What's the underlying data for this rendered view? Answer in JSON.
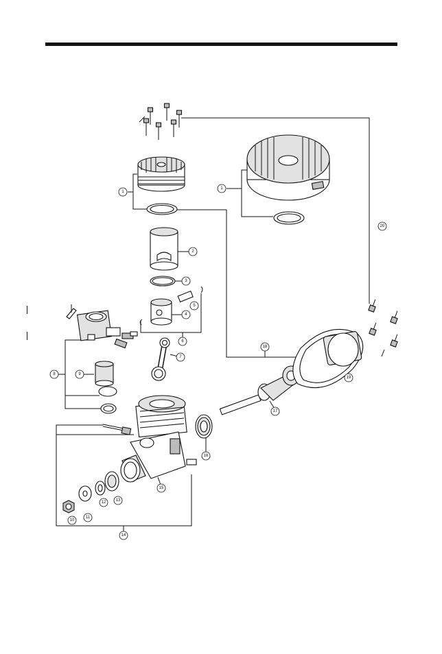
{
  "colors": {
    "ink": "#111111",
    "paper": "#ffffff",
    "shade": "#e2e2e2"
  },
  "diagram": {
    "type": "exploded-parts-view",
    "callouts": [
      "1",
      "1",
      "2",
      "3",
      "4",
      "5",
      "6",
      "7",
      "8",
      "9",
      "10",
      "11",
      "12",
      "13",
      "14",
      "15",
      "16",
      "17",
      "18",
      "19",
      "20"
    ]
  }
}
